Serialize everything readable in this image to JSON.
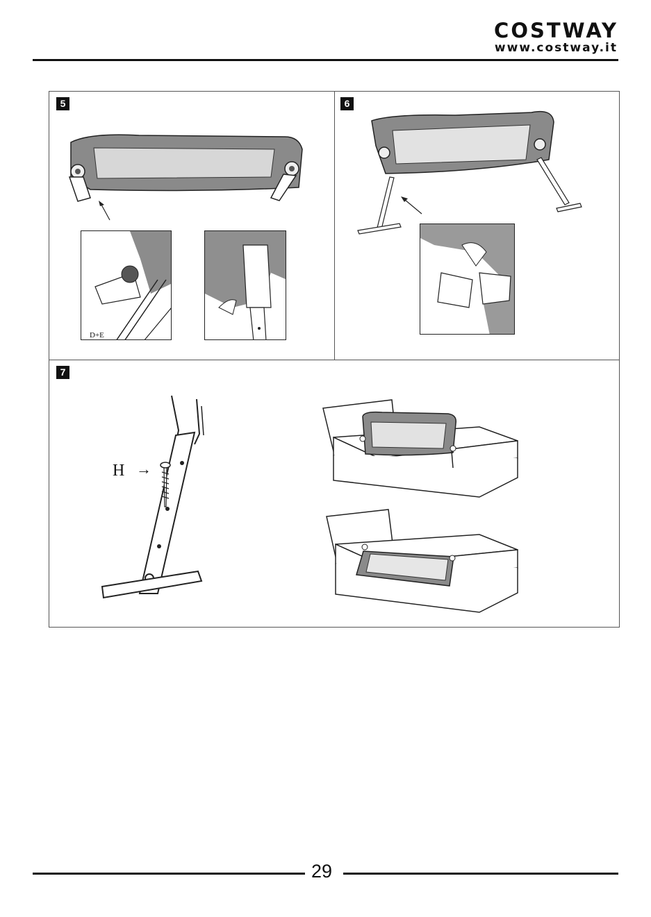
{
  "header": {
    "brand": "COSTWAY",
    "website": "www.costway.it"
  },
  "steps": [
    {
      "number": "5",
      "detail_label": "D+E"
    },
    {
      "number": "6"
    },
    {
      "number": "7",
      "part_label": "H",
      "arrow": "→"
    }
  ],
  "footer": {
    "page_number": "29"
  }
}
